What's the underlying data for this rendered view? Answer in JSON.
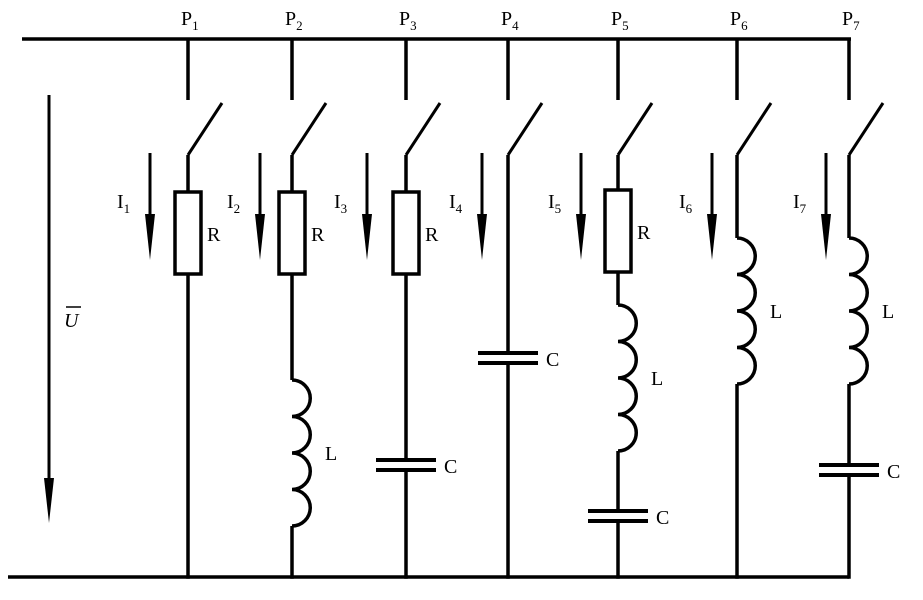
{
  "diagram": {
    "voltage": {
      "symbol": "U"
    },
    "branches": [
      {
        "point": "P",
        "point_sub": "1",
        "current": "I",
        "current_sub": "1",
        "components": [
          {
            "type": "R",
            "label": "R"
          }
        ]
      },
      {
        "point": "P",
        "point_sub": "2",
        "current": "I",
        "current_sub": "2",
        "components": [
          {
            "type": "R",
            "label": "R"
          },
          {
            "type": "L",
            "label": "L"
          }
        ]
      },
      {
        "point": "P",
        "point_sub": "3",
        "current": "I",
        "current_sub": "3",
        "components": [
          {
            "type": "R",
            "label": "R"
          },
          {
            "type": "C",
            "label": "C"
          }
        ]
      },
      {
        "point": "P",
        "point_sub": "4",
        "current": "I",
        "current_sub": "4",
        "components": [
          {
            "type": "C",
            "label": "C"
          }
        ]
      },
      {
        "point": "P",
        "point_sub": "5",
        "current": "I",
        "current_sub": "5",
        "components": [
          {
            "type": "R",
            "label": "R"
          },
          {
            "type": "L",
            "label": "L"
          },
          {
            "type": "C",
            "label": "C"
          }
        ]
      },
      {
        "point": "P",
        "point_sub": "6",
        "current": "I",
        "current_sub": "6",
        "components": [
          {
            "type": "L",
            "label": "L"
          }
        ]
      },
      {
        "point": "P",
        "point_sub": "7",
        "current": "I",
        "current_sub": "7",
        "components": [
          {
            "type": "L",
            "label": "L"
          },
          {
            "type": "C",
            "label": "C"
          }
        ]
      }
    ]
  }
}
